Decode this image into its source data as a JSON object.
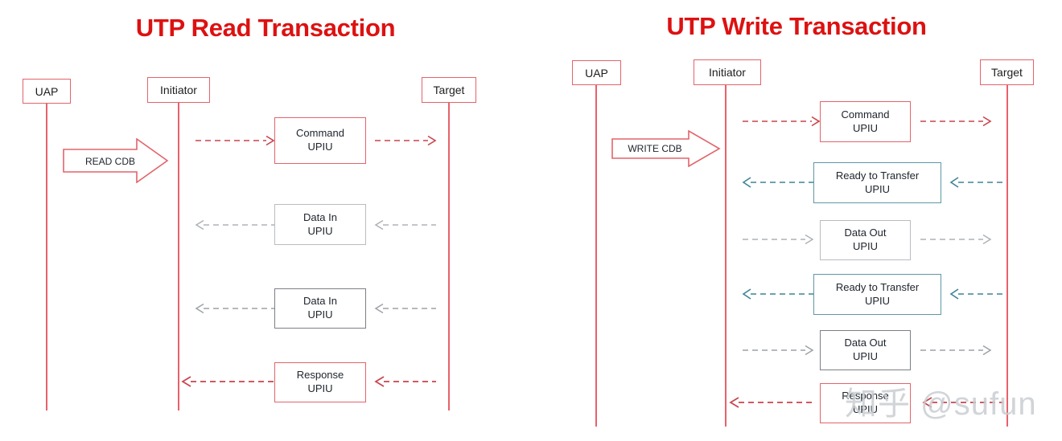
{
  "page": {
    "background": "#ffffff",
    "accent_red": "#dd1111",
    "line_red": "#e2646b",
    "teal": "#5e98a6",
    "gray_light": "#b9bcc0",
    "gray_dark": "#7b7f85"
  },
  "watermark": {
    "text_cn": "知乎",
    "text_en": "@sufun"
  },
  "read": {
    "title": "UTP Read Transaction",
    "actors": [
      {
        "label": "UAP"
      },
      {
        "label": "Initiator"
      },
      {
        "label": "Target"
      }
    ],
    "block_arrow": {
      "label": "READ CDB"
    },
    "messages": [
      {
        "line1": "Command",
        "line2": "UPIU",
        "style": "red",
        "direction": "right"
      },
      {
        "line1": "Data In",
        "line2": "UPIU",
        "style": "gray-light",
        "direction": "left"
      },
      {
        "line1": "Data In",
        "line2": "UPIU",
        "style": "gray-dark",
        "direction": "left"
      },
      {
        "line1": "Response",
        "line2": "UPIU",
        "style": "red",
        "direction": "left"
      }
    ]
  },
  "write": {
    "title": "UTP Write Transaction",
    "actors": [
      {
        "label": "UAP"
      },
      {
        "label": "Initiator"
      },
      {
        "label": "Target"
      }
    ],
    "block_arrow": {
      "label": "WRITE CDB"
    },
    "messages": [
      {
        "line1": "Command",
        "line2": "UPIU",
        "style": "red",
        "direction": "right"
      },
      {
        "line1": "Ready to Transfer",
        "line2": "UPIU",
        "style": "teal",
        "direction": "left"
      },
      {
        "line1": "Data Out",
        "line2": "UPIU",
        "style": "gray-light",
        "direction": "right"
      },
      {
        "line1": "Ready to Transfer",
        "line2": "UPIU",
        "style": "teal",
        "direction": "left"
      },
      {
        "line1": "Data Out",
        "line2": "UPIU",
        "style": "gray-dark",
        "direction": "right"
      },
      {
        "line1": "Response",
        "line2": "UPIU",
        "style": "red",
        "direction": "left"
      }
    ]
  }
}
